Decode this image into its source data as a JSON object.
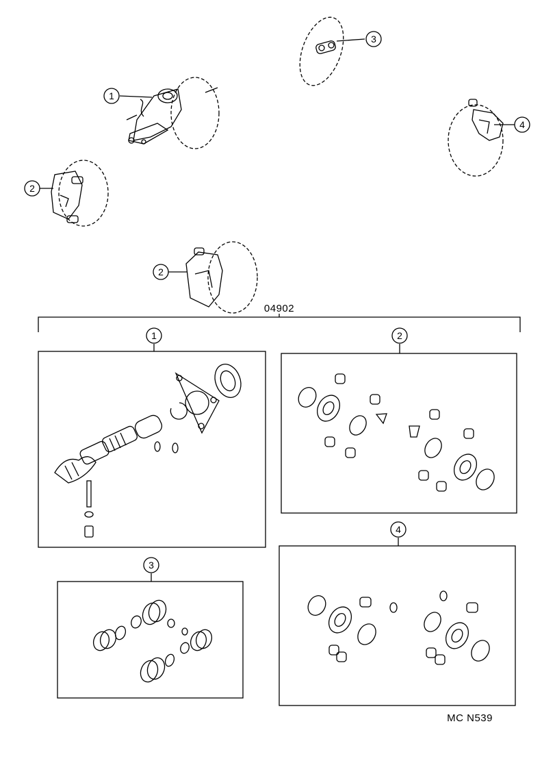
{
  "callouts": {
    "c1": "1",
    "c2a": "2",
    "c2b": "2",
    "c3": "3",
    "c4": "4"
  },
  "kit_code": "04902",
  "kit_labels": {
    "k1": "1",
    "k2": "2",
    "k3": "3",
    "k4": "4"
  },
  "figure_code": "MC N539"
}
